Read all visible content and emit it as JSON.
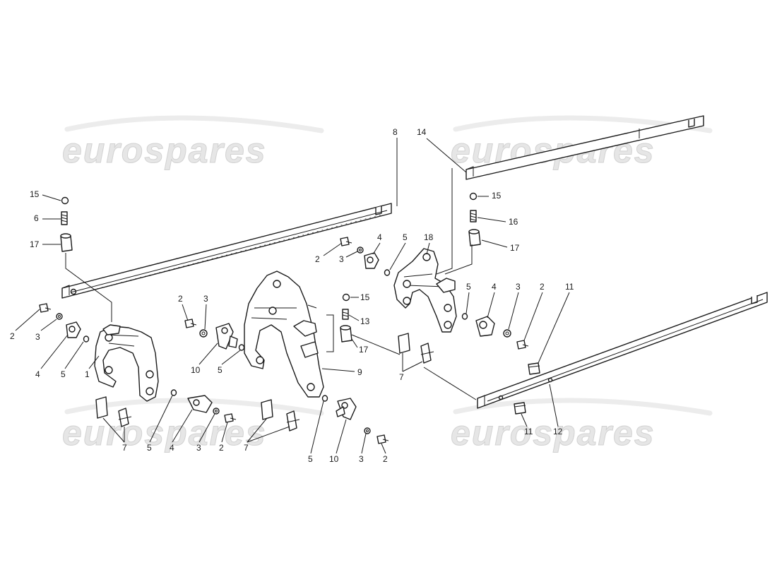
{
  "watermark": {
    "text": "eurospares"
  },
  "callouts": [
    "1",
    "2",
    "3",
    "4",
    "5",
    "6",
    "7",
    "8",
    "9",
    "10",
    "11",
    "12",
    "13",
    "14",
    "15",
    "16",
    "17",
    "18"
  ]
}
